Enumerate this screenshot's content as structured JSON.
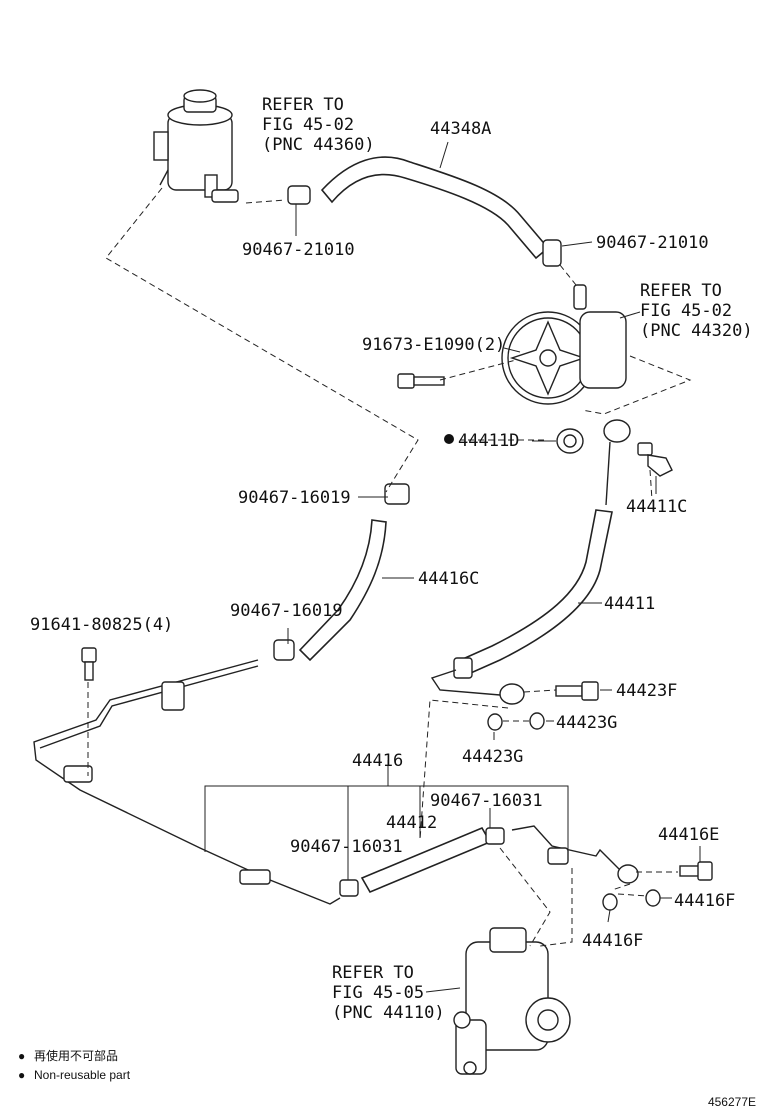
{
  "labels": {
    "reservoir_ref": [
      "REFER TO",
      "FIG 45-02",
      "(PNC 44360)"
    ],
    "pump_ref": [
      "REFER TO",
      "FIG 45-02",
      "(PNC 44320)"
    ],
    "gear_ref": [
      "REFER TO",
      "FIG 45-05",
      "(PNC 44110)"
    ],
    "p44348A": "44348A",
    "p90467_21010_a": "90467-21010",
    "p90467_21010_b": "90467-21010",
    "p91673": "91673-E1090(2)",
    "p44411D": "44411D",
    "p44411C": "44411C",
    "p90467_16019_a": "90467-16019",
    "p44416C": "44416C",
    "p90467_16019_b": "90467-16019",
    "p44411": "44411",
    "p91641": "91641-80825(4)",
    "p44423F": "44423F",
    "p44423G_a": "44423G",
    "p44423G_b": "44423G",
    "p44416": "44416",
    "p90467_16031_a": "90467-16031",
    "p44412": "44412",
    "p90467_16031_b": "90467-16031",
    "p44416E": "44416E",
    "p44416F_a": "44416F",
    "p44416F_b": "44416F"
  },
  "legend": {
    "bullet": "●",
    "zh": "再使用不可部品",
    "en": "Non-reusable part"
  },
  "figure_id": "456277E"
}
